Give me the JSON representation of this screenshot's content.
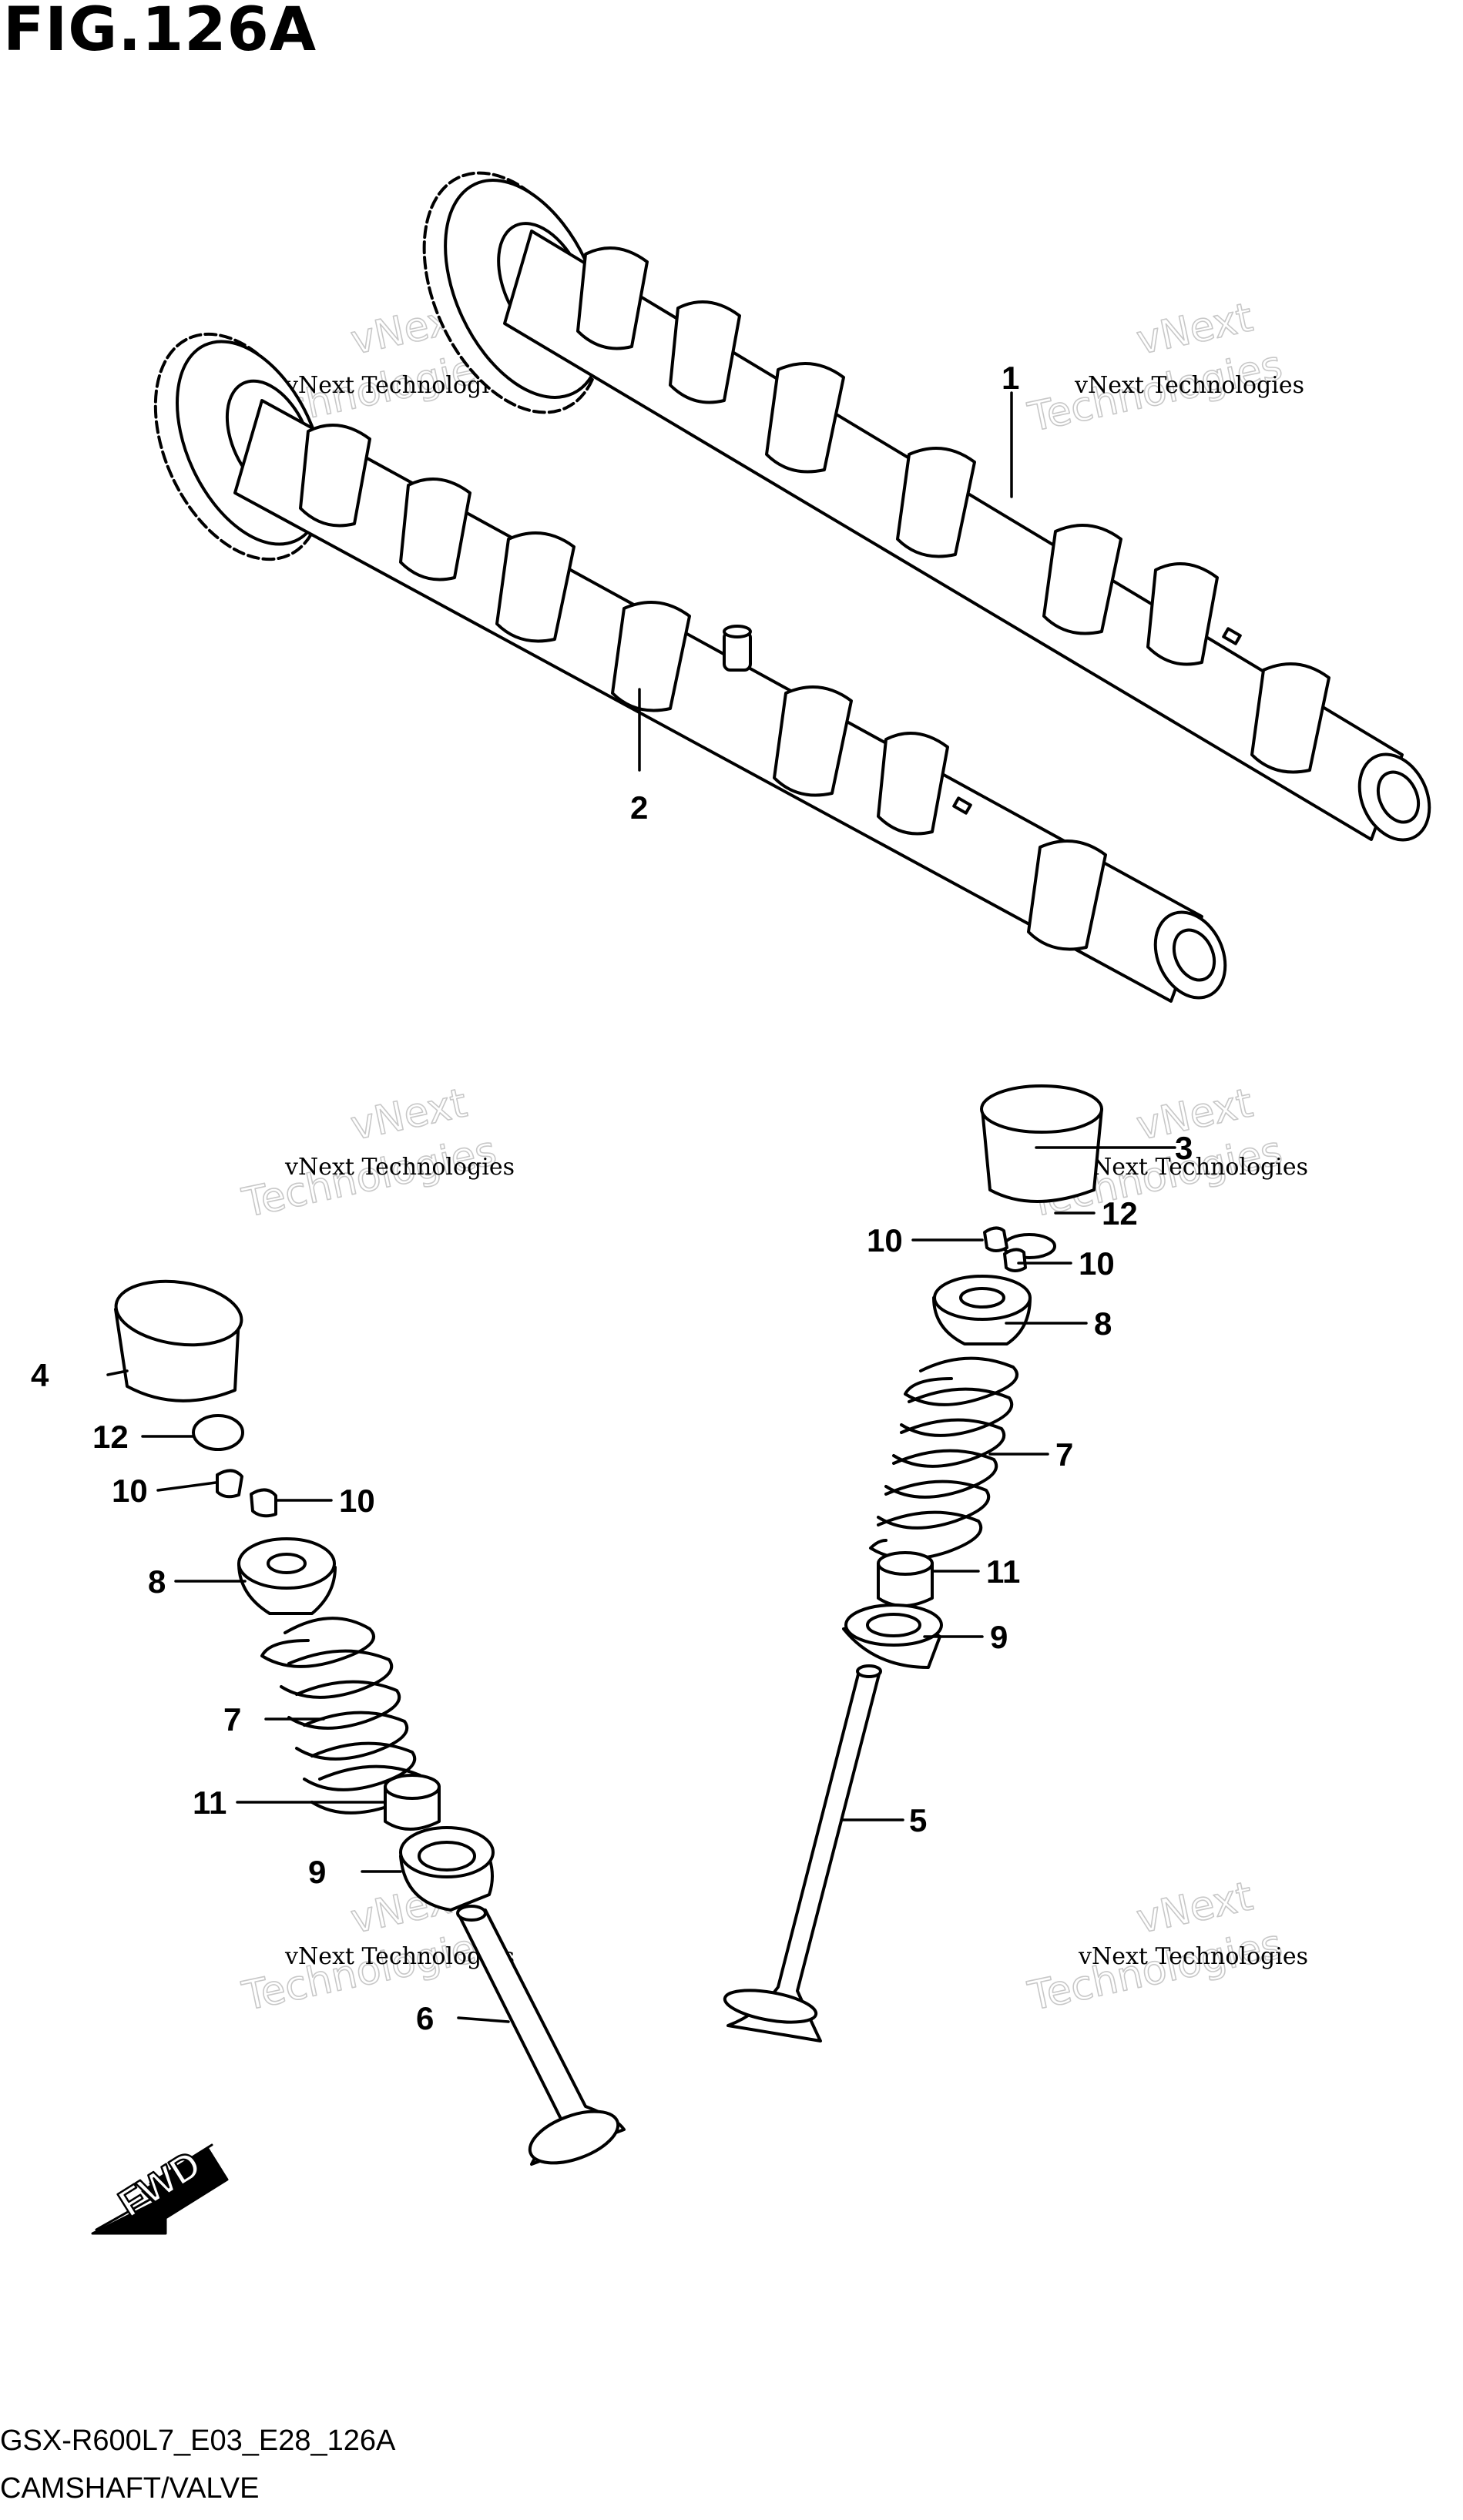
{
  "figure": {
    "title": "FIG.126A",
    "diagram_code": "GSX-R600L7_E03_E28_126A",
    "diagram_name": "CAMSHAFT/VALVE"
  },
  "watermark": {
    "line": "vNext Technologies",
    "word1": "vNext",
    "word2": "Technologies"
  },
  "direction_marker": {
    "label": "FWD"
  },
  "callouts": [
    {
      "id": "c1",
      "label": "1"
    },
    {
      "id": "c2",
      "label": "2"
    },
    {
      "id": "c3",
      "label": "3"
    },
    {
      "id": "c4",
      "label": "4"
    },
    {
      "id": "c5",
      "label": "5"
    },
    {
      "id": "c6",
      "label": "6"
    },
    {
      "id": "c7r",
      "label": "7"
    },
    {
      "id": "c7l",
      "label": "7"
    },
    {
      "id": "c8r",
      "label": "8"
    },
    {
      "id": "c8l",
      "label": "8"
    },
    {
      "id": "c9r",
      "label": "9"
    },
    {
      "id": "c9l",
      "label": "9"
    },
    {
      "id": "c10ra",
      "label": "10"
    },
    {
      "id": "c10rb",
      "label": "10"
    },
    {
      "id": "c10la",
      "label": "10"
    },
    {
      "id": "c10lb",
      "label": "10"
    },
    {
      "id": "c11r",
      "label": "11"
    },
    {
      "id": "c11l",
      "label": "11"
    },
    {
      "id": "c12r",
      "label": "12"
    },
    {
      "id": "c12l",
      "label": "12"
    }
  ]
}
